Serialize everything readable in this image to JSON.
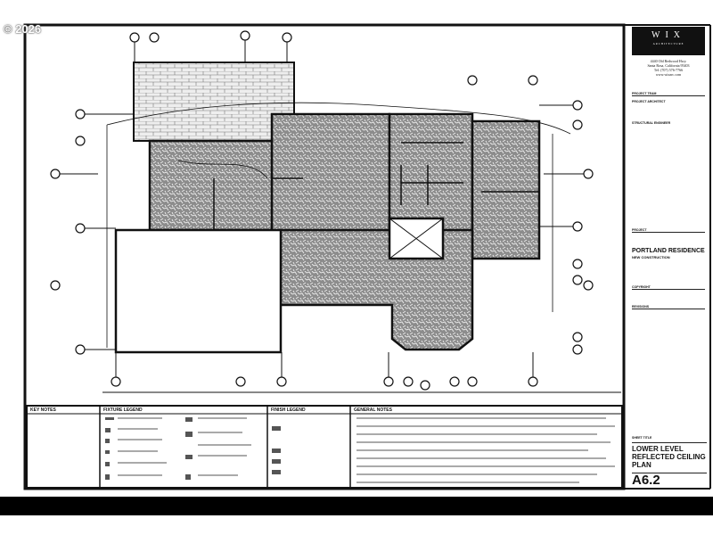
{
  "watermark": "© 2026",
  "title_block": {
    "logo": "WIX",
    "logo_sub": "ARCHITECTURE",
    "address": [
      "4440 Old Redwood Hwy.",
      "Santa Rosa, California 95403",
      "Tel: (707) 576-7766",
      "www.wixarc.com"
    ],
    "project_team": "PROJECT TEAM",
    "project_architect": "PROJECT ARCHITECT",
    "structural_engineer": "STRUCTURAL ENGINEER",
    "project_label": "PROJECT",
    "project_name": "PORTLAND RESIDENCE",
    "project_sub": "NEW CONSTRUCTION",
    "copyright": "COPYRIGHT",
    "revisions": "REVISIONS",
    "sheet_title_label": "SHEET TITLE",
    "sheet_title": "LOWER LEVEL REFLECTED CEILING PLAN",
    "sheet_number": "A6.2"
  },
  "legend": {
    "key_notes": "KEY NOTES",
    "fixture_legend": "FIXTURE LEGEND",
    "finish_legend": "FINISH LEGEND",
    "general_notes": "GENERAL NOTES"
  },
  "colors": {
    "ink": "#111111",
    "fill": "#9a9a9a",
    "background": "#ffffff"
  }
}
